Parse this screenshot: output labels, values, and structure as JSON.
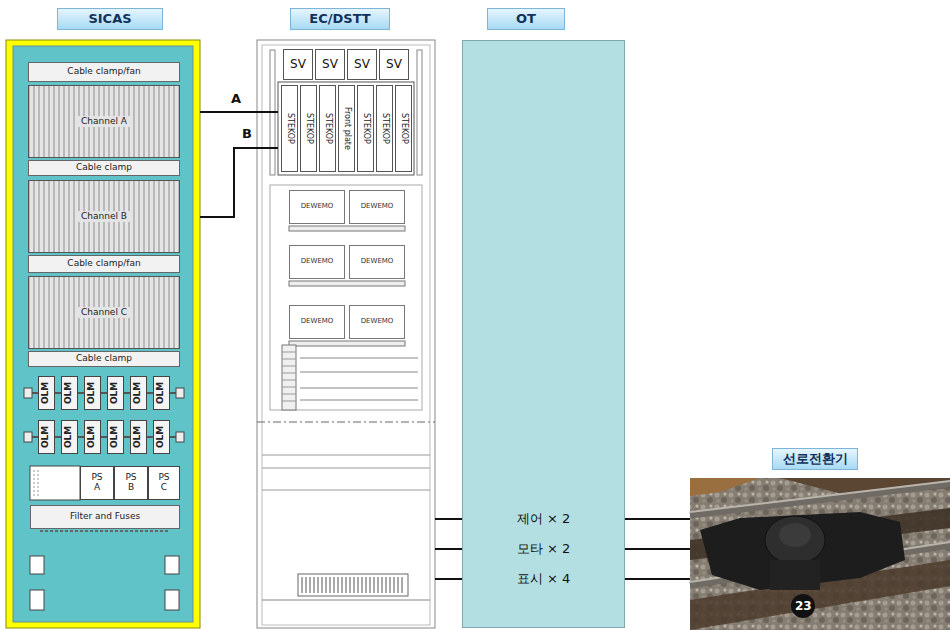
{
  "diagram": {
    "nodes": [
      {
        "text": [
          "SICAS"
        ]
      },
      {
        "text": [
          "Cable clamp/fan"
        ],
        "in": 0
      },
      {
        "text": [
          "Channel A"
        ],
        "in": 0
      },
      {
        "text": [
          "Cable clamp"
        ],
        "in": 0
      },
      {
        "text": [
          "Channel B"
        ],
        "in": 0
      },
      {
        "text": [
          "Cable clamp/fan"
        ],
        "in": 0
      },
      {
        "text": [
          "Channel C"
        ],
        "in": 0
      },
      {
        "text": [
          "Cable clamp"
        ],
        "in": 0
      },
      {
        "text": [
          "OLM"
        ],
        "in": 0
      },
      {
        "text": [
          "OLM"
        ],
        "in": 0
      },
      {
        "text": [
          "OLM"
        ],
        "in": 0
      },
      {
        "text": [
          "OLM"
        ],
        "in": 0
      },
      {
        "text": [
          "OLM"
        ],
        "in": 0
      },
      {
        "text": [
          "OLM"
        ],
        "in": 0
      },
      {
        "text": [
          "OLM"
        ],
        "in": 0
      },
      {
        "text": [
          "OLM"
        ],
        "in": 0
      },
      {
        "text": [
          "OLM"
        ],
        "in": 0
      },
      {
        "text": [
          "OLM"
        ],
        "in": 0
      },
      {
        "text": [
          "OLM"
        ],
        "in": 0
      },
      {
        "text": [
          "OLM"
        ],
        "in": 0
      },
      {
        "text": [
          "PS A"
        ],
        "in": 0
      },
      {
        "text": [
          "PS B"
        ],
        "in": 0
      },
      {
        "text": [
          "PS C"
        ],
        "in": 0
      },
      {
        "text": [
          "Filter and Fuses"
        ],
        "in": 0
      },
      {
        "text": [
          "EC/DSTT"
        ]
      },
      {
        "text": [
          "SV"
        ],
        "in": 24
      },
      {
        "text": [
          "SV"
        ],
        "in": 24
      },
      {
        "text": [
          "SV"
        ],
        "in": 24
      },
      {
        "text": [
          "SV"
        ],
        "in": 24
      },
      {
        "text": [
          "STEKOP"
        ],
        "in": 24
      },
      {
        "text": [
          "STEKOP"
        ],
        "in": 24
      },
      {
        "text": [
          "STEKOP"
        ],
        "in": 24
      },
      {
        "text": [
          "Front plate"
        ],
        "in": 24
      },
      {
        "text": [
          "STEKOP"
        ],
        "in": 24
      },
      {
        "text": [
          "STEKOP"
        ],
        "in": 24
      },
      {
        "text": [
          "STEKOP"
        ],
        "in": 24
      },
      {
        "text": [
          "DEWEMO"
        ],
        "in": 24
      },
      {
        "text": [
          "DEWEMO"
        ],
        "in": 24
      },
      {
        "text": [
          "DEWEMO"
        ],
        "in": 24
      },
      {
        "text": [
          "DEWEMO"
        ],
        "in": 24
      },
      {
        "text": [
          "DEWEMO"
        ],
        "in": 24
      },
      {
        "text": [
          "DEWEMO"
        ],
        "in": 24
      },
      {
        "text": [
          "OT",
          "제어 × 2",
          "모타 × 2",
          "표시 × 4"
        ]
      },
      {
        "text": [
          "선로전환기"
        ]
      }
    ],
    "edges": [
      {
        "from": 0,
        "to": 24,
        "label": "A",
        "arrow": "none"
      },
      {
        "from": 0,
        "to": 24,
        "label": "B",
        "arrow": "none"
      },
      {
        "from": 24,
        "to": 42,
        "arrow": "none"
      },
      {
        "from": 24,
        "to": 42,
        "arrow": "none"
      },
      {
        "from": 24,
        "to": 42,
        "arrow": "none"
      },
      {
        "from": 42,
        "to": 43,
        "arrow": "none"
      },
      {
        "from": 42,
        "to": 43,
        "arrow": "none"
      },
      {
        "from": 42,
        "to": 43,
        "arrow": "none"
      }
    ],
    "labels": [
      "23"
    ]
  }
}
